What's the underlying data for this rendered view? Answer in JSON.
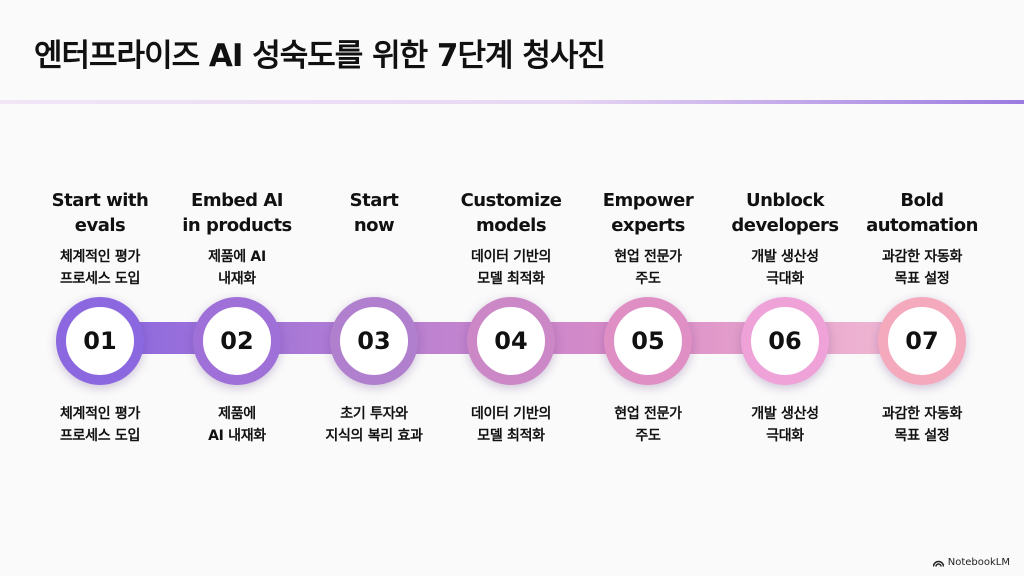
{
  "title": "엔터프라이즈 AI 성숙도를 위한 7단계 청사진",
  "steps": [
    {
      "number": "01",
      "label_line1": "Start with",
      "label_line2": "evals",
      "top_line1": "체계적인 평가",
      "top_line2": "프로세스 도입",
      "bottom_line1": "체계적인 평가",
      "bottom_line2": "프로세스 도입",
      "color": "#8b68e0"
    },
    {
      "number": "02",
      "label_line1": "Embed AI",
      "label_line2": "in products",
      "top_line1": "제품에 AI",
      "top_line2": "내재화",
      "bottom_line1": "제품에",
      "bottom_line2": "AI 내재화",
      "color": "#9e70d8"
    },
    {
      "number": "03",
      "label_line1": "Start",
      "label_line2": "now",
      "top_line1": "",
      "top_line2": "",
      "bottom_line1": "초기 투자와",
      "bottom_line2": "지식의 복리 효과",
      "color": "#b07fce"
    },
    {
      "number": "04",
      "label_line1": "Customize",
      "label_line2": "models",
      "top_line1": "데이터 기반의",
      "top_line2": "모델 최적화",
      "bottom_line1": "데이터 기반의",
      "bottom_line2": "모델 최적화",
      "color": "#cc88c6"
    },
    {
      "number": "05",
      "label_line1": "Empower",
      "label_line2": "experts",
      "top_line1": "현업 전문가",
      "top_line2": "주도",
      "bottom_line1": "현업 전문가",
      "bottom_line2": "주도",
      "color": "#e08fc4"
    },
    {
      "number": "06",
      "label_line1": "Unblock",
      "label_line2": "developers",
      "top_line1": "개발 생산성",
      "top_line2": "극대화",
      "bottom_line1": "개발 생산성",
      "bottom_line2": "극대화",
      "color": "#eea2d8"
    },
    {
      "number": "07",
      "label_line1": "Bold",
      "label_line2": "automation",
      "top_line1": "과감한 자동화",
      "top_line2": "목표 설정",
      "bottom_line1": "과감한 자동화",
      "bottom_line2": "목표 설정",
      "color": "#f4a9bd"
    }
  ],
  "brand": "NotebookLM"
}
